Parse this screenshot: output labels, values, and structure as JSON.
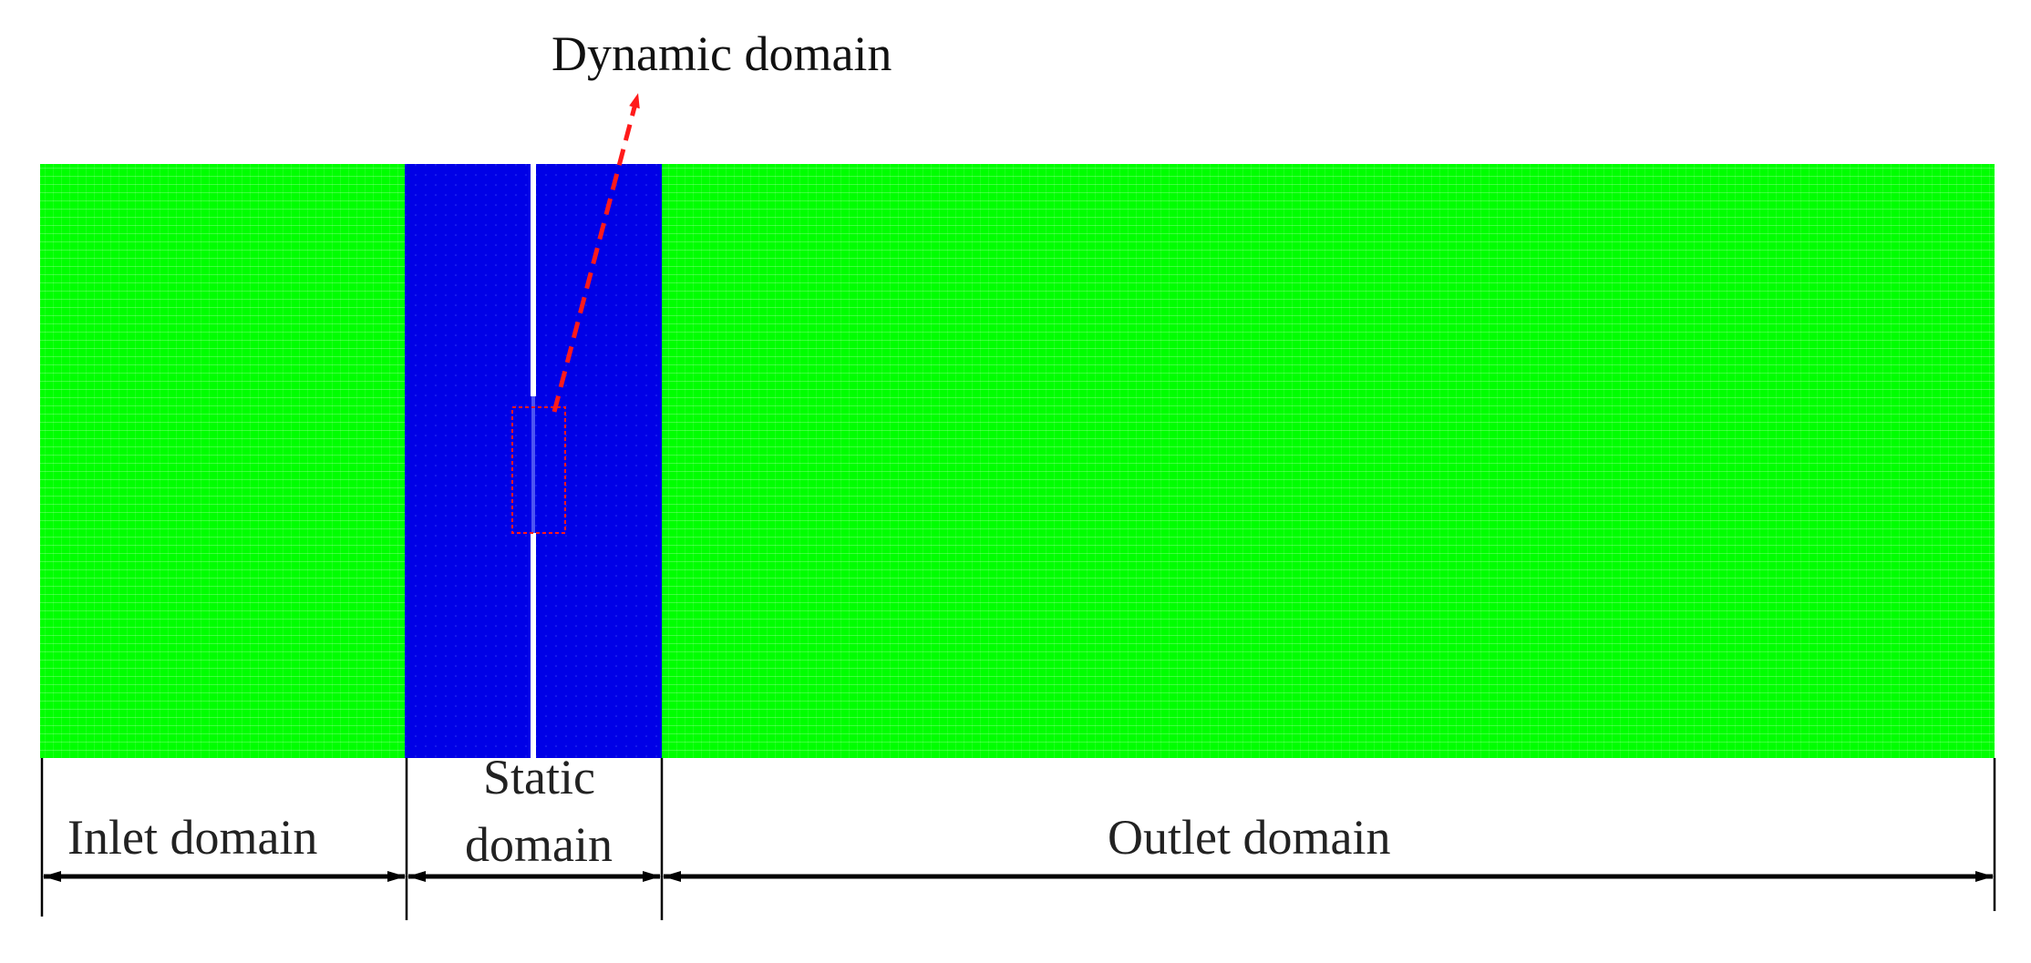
{
  "labels": {
    "dynamic_domain": "Dynamic domain",
    "inlet_domain": "Inlet domain",
    "static_domain_line1": "Static",
    "static_domain_line2": "domain",
    "outlet_domain": "Outlet domain"
  },
  "colors": {
    "inlet": "#00ff00",
    "static": "#0000e6",
    "outlet": "#00ff00",
    "mesh_line": "#ffffff",
    "callout": "#ff1a1a",
    "dimension": "#000000"
  }
}
